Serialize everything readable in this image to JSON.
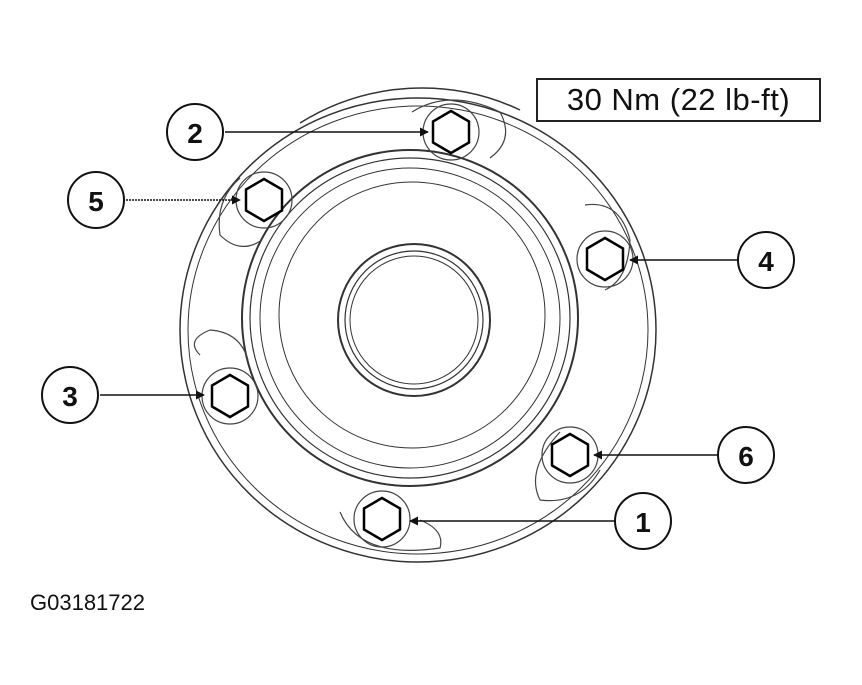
{
  "torque_spec": "30 Nm (22 lb-ft)",
  "figure_id": "G03181722",
  "callouts": [
    "1",
    "2",
    "3",
    "4",
    "5",
    "6"
  ]
}
